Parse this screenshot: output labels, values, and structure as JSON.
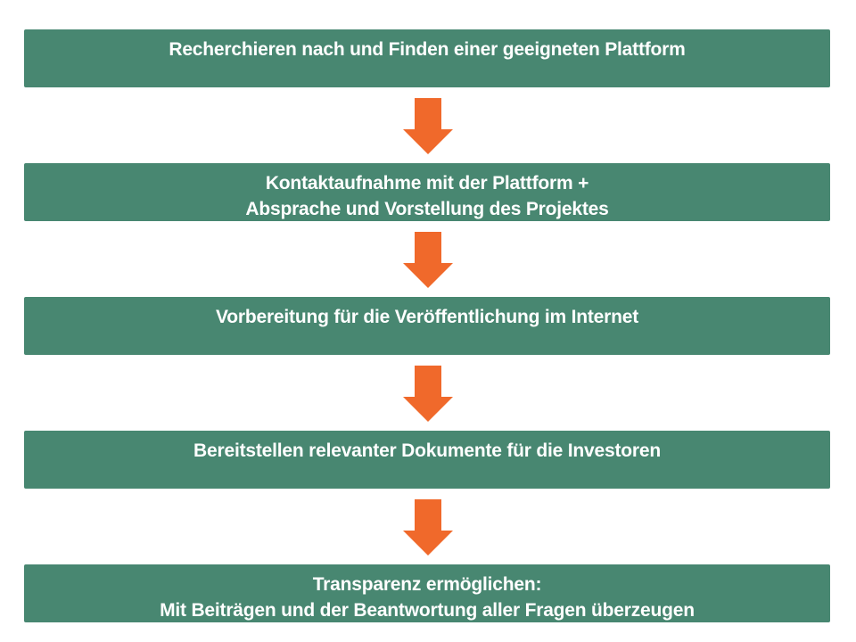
{
  "diagram": {
    "type": "flowchart",
    "orientation": "vertical",
    "connector": "down-arrow",
    "colors": {
      "step_bg": "#488771",
      "arrow": "#F0692B",
      "text": "#FFFFFF",
      "background": "#FFFFFF"
    },
    "steps": [
      {
        "lines": [
          "Recherchieren nach und Finden einer geeigneten Plattform"
        ]
      },
      {
        "lines": [
          "Kontaktaufnahme mit der Plattform +",
          "Absprache und Vorstellung des Projektes"
        ]
      },
      {
        "lines": [
          "Vorbereitung für die Veröffentlichung im Internet"
        ]
      },
      {
        "lines": [
          "Bereitstellen relevanter Dokumente für die Investoren"
        ]
      },
      {
        "lines": [
          "Transparenz ermöglichen:",
          "Mit Beiträgen und der Beantwortung aller Fragen überzeugen"
        ]
      }
    ]
  }
}
